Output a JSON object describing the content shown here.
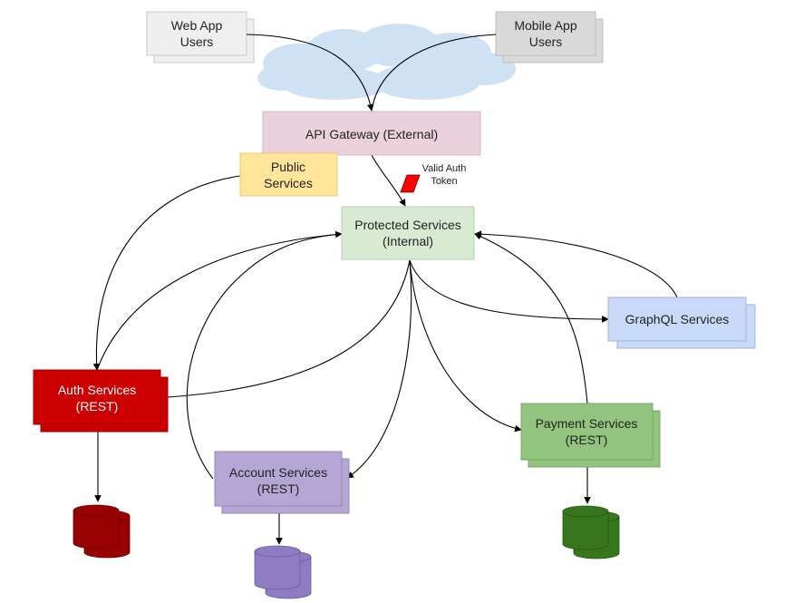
{
  "nodes": {
    "web_app_users": {
      "line1": "Web App",
      "line2": "Users",
      "fill": "#efefef",
      "stroke": "#c8c8c8"
    },
    "mobile_app_users": {
      "line1": "Mobile App",
      "line2": "Users",
      "fill": "#d9d9d9",
      "stroke": "#bdbdbd"
    },
    "api_gateway": {
      "label": "API Gateway (External)",
      "fill": "#ead1dc",
      "stroke": "#d5b5c4"
    },
    "public_services": {
      "line1": "Public",
      "line2": "Services",
      "fill": "#ffe599",
      "stroke": "#e8cc70"
    },
    "valid_auth_token": {
      "line1": "Valid Auth",
      "line2": "Token",
      "fill": "#ff0000"
    },
    "protected_services": {
      "line1": "Protected Services",
      "line2": "(Internal)",
      "fill": "#d9ead3",
      "stroke": "#b7cfae"
    },
    "graphql_services": {
      "label": "GraphQL Services",
      "fill": "#c9daf8",
      "stroke": "#9fb6dd"
    },
    "auth_services": {
      "line1": "Auth Services",
      "line2": "(REST)",
      "fill": "#cc0000",
      "stroke": "#a30000"
    },
    "account_services": {
      "line1": "Account Services",
      "line2": "(REST)",
      "fill": "#b4a7d6",
      "stroke": "#9385b8"
    },
    "payment_services": {
      "line1": "Payment Services",
      "line2": "(REST)",
      "fill": "#93c47d",
      "stroke": "#76a862"
    }
  },
  "databases": {
    "auth_db": {
      "fill": "#990000",
      "dark": "#6e0000"
    },
    "account_db": {
      "fill": "#8e7cc3",
      "dark": "#6d5ba3"
    },
    "payment_db": {
      "fill": "#38761d",
      "dark": "#275512"
    }
  },
  "cloud": {
    "fill": "#cfe2f3",
    "stroke": "#b3cde6"
  }
}
